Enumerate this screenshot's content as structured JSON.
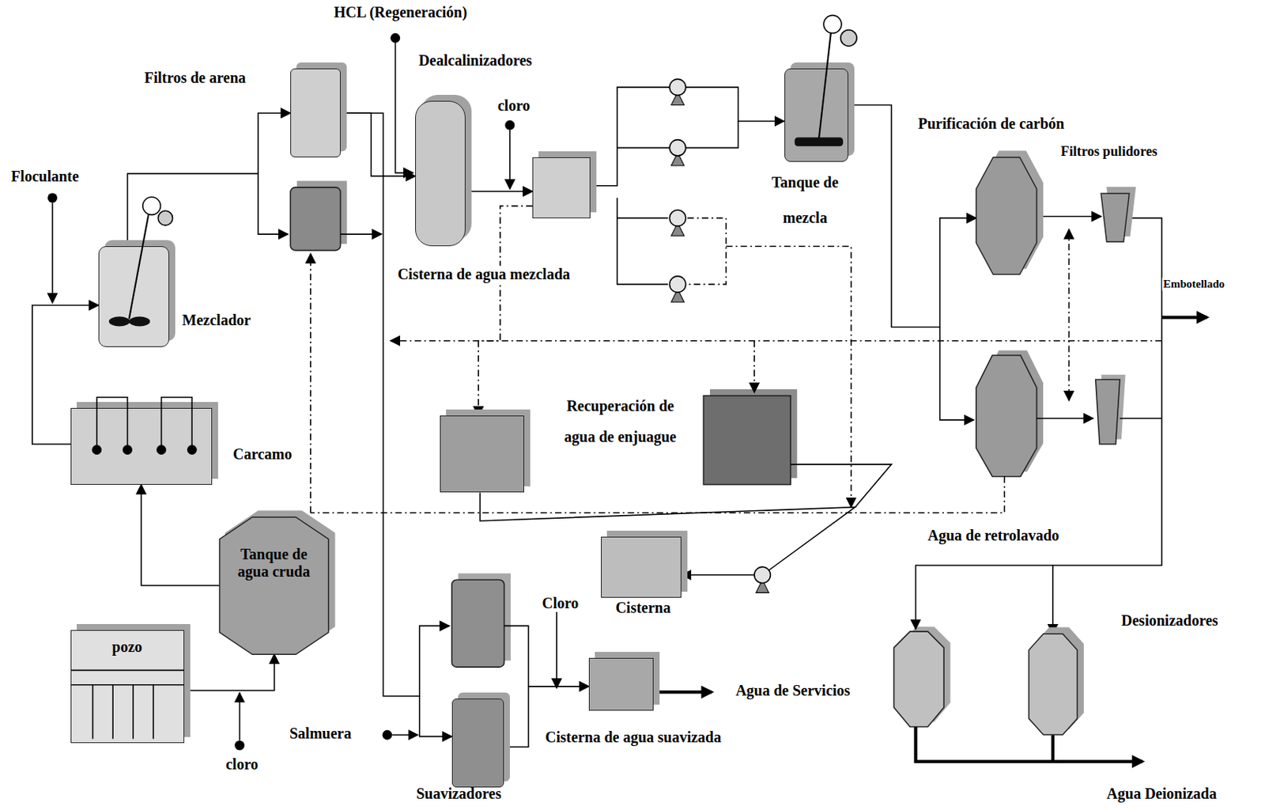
{
  "diagram": {
    "nodes": [
      {
        "text": [
          "Mezclador"
        ]
      },
      {
        "text": [
          "Filtros de arena"
        ]
      },
      {
        "text": [
          "Dealcalinizadores"
        ]
      },
      {
        "text": [
          "Cisterna de agua mezclada"
        ]
      },
      {
        "text": [
          "Tanque de mezcla"
        ]
      },
      {
        "text": [
          "Purificación de carbón"
        ]
      },
      {
        "text": [
          "Filtros pulidores"
        ]
      },
      {
        "text": [
          "Carcamo"
        ]
      },
      {
        "text": [
          "Tanque de agua cruda"
        ]
      },
      {
        "text": [
          "pozo"
        ]
      },
      {
        "text": [
          "Recuperación de agua de enjuague"
        ]
      },
      {
        "text": [
          "Cisterna"
        ]
      },
      {
        "text": [
          "Suavizadores"
        ]
      },
      {
        "text": [
          "Cisterna de agua suavizada"
        ]
      },
      {
        "text": [
          "Desionizadores"
        ]
      }
    ],
    "edges": [
      {
        "from": 9,
        "to": 8,
        "arrow": "to"
      },
      {
        "from": 8,
        "to": 7,
        "arrow": "to"
      },
      {
        "from": 7,
        "to": 0,
        "arrow": "to"
      },
      {
        "from": 0,
        "to": 1,
        "arrow": "to"
      },
      {
        "from": 1,
        "to": 2,
        "arrow": "to"
      },
      {
        "from": 1,
        "to": 12,
        "arrow": "to"
      },
      {
        "from": 2,
        "to": 3,
        "arrow": "to"
      },
      {
        "from": 3,
        "to": 4,
        "arrow": "to"
      },
      {
        "from": 4,
        "to": 5,
        "arrow": "to"
      },
      {
        "from": 5,
        "to": 6,
        "arrow": "to"
      },
      {
        "from": 6,
        "to": 14,
        "arrow": "to"
      },
      {
        "from": 12,
        "to": 13,
        "arrow": "to"
      },
      {
        "from": 10,
        "to": 11,
        "arrow": "to"
      },
      {
        "from": 3,
        "to": 10,
        "arrow": "to"
      }
    ],
    "labels": [
      "HCL (Regeneración)",
      "Floculante",
      "cloro",
      "Embotellado",
      "Cloro",
      "Agua de Servicios",
      "Salmuera",
      "cloro",
      "Agua de retrolavado",
      "Agua Deionizada"
    ]
  }
}
